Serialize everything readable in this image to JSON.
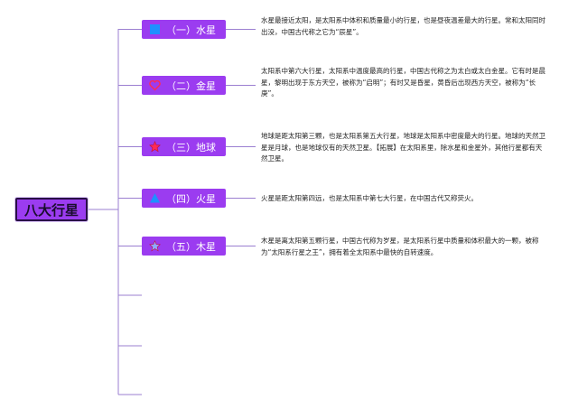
{
  "root": {
    "label": "八大行星"
  },
  "planets": [
    {
      "label": "（一）水星",
      "icon": "square-icon",
      "icon_color": "#1E90FF",
      "desc": "水星最接近太阳，是太阳系中体积和质量最小的行星，也是昼夜温差最大的行星。常和太阳同时出没，中国古代称之它为“辰星”。"
    },
    {
      "label": "（二）金星",
      "icon": "heart-icon",
      "icon_color": "#FF2A55",
      "desc": "太阳系中第六大行星，太阳系中温度最高的行星，中国古代称之为太白或太白金星。它有时是晨星，黎明出现于东方天空，被称为“启明”；有时又是昏星，黄昏后出现西方天空，被称为“长庚”。"
    },
    {
      "label": "（三）地球",
      "icon": "star-icon",
      "icon_color": "#FF2A55",
      "desc": "地球是距太阳第三颗，也是太阳系第五大行星，地球是太阳系中密度最大的行星。地球的天然卫星是月球，也是地球仅有的天然卫星。【拓展】在太阳系里，除水星和金星外，其他行星都有天然卫星。"
    },
    {
      "label": "（四）火星",
      "icon": "triangle-icon",
      "icon_color": "#1E90FF",
      "desc": "火星是距太阳第四远，也是太阳系中第七大行星，在中国古代又称荧火。"
    },
    {
      "label": "（五）木星",
      "icon": "star-icon",
      "icon_color": "#8FA8FF",
      "desc": "木星是离太阳第五颗行星，中国古代称为岁星，是太阳系行星中质量和体积最大的一颗，被称为“太阳系行星之王”，拥有着全太阳系中最快的自转速度。"
    }
  ]
}
